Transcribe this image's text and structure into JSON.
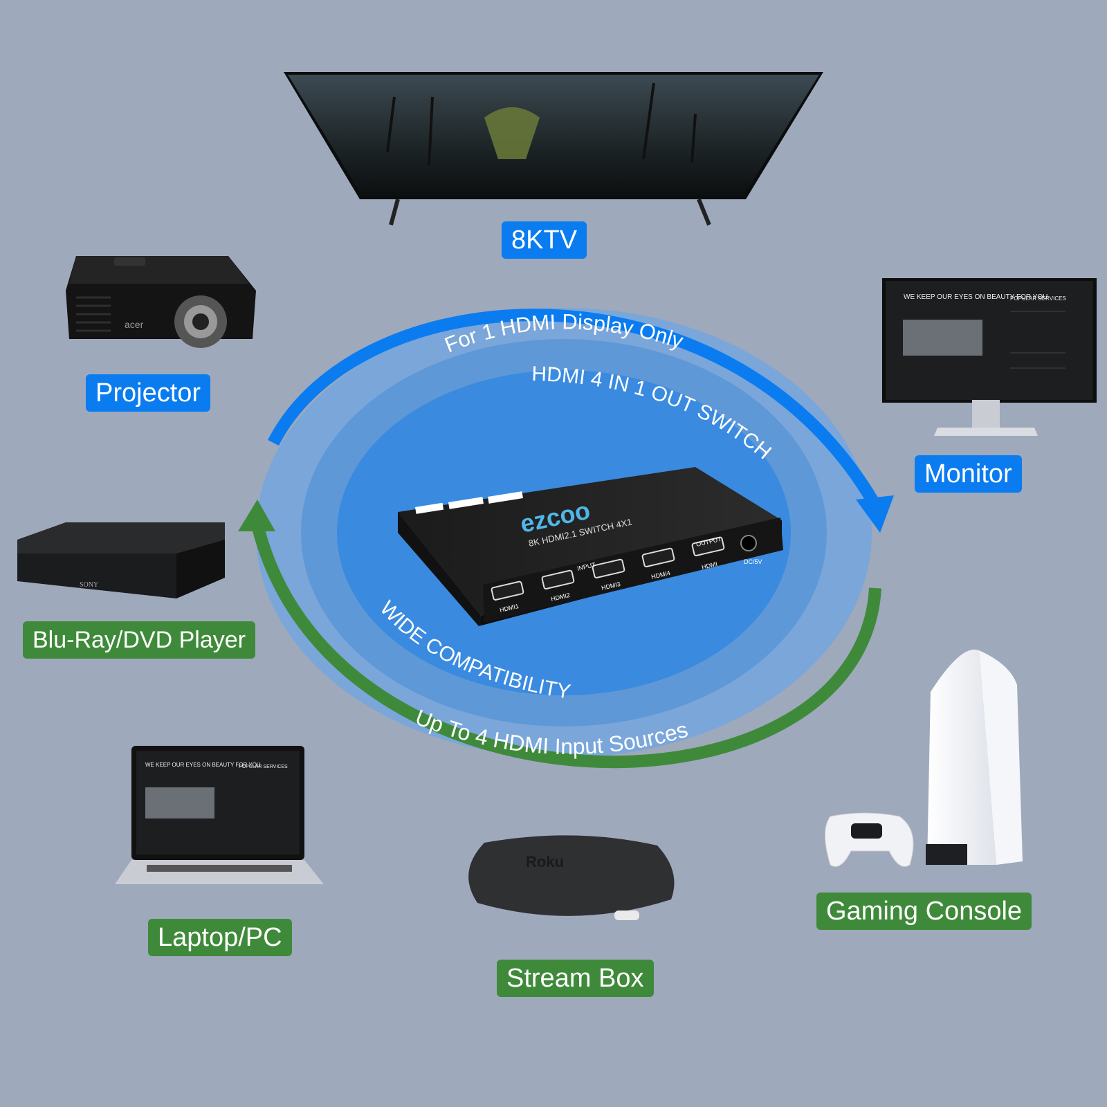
{
  "colors": {
    "background": "#9ea9bc",
    "output_blue": "#0a7cf0",
    "input_green": "#3f8a3a",
    "center_blue": "#3a8ae0"
  },
  "labels": {
    "tv": "8KTV",
    "projector": "Projector",
    "monitor": "Monitor",
    "bluray": "Blu-Ray/DVD Player",
    "laptop": "Laptop/PC",
    "stream": "Stream Box",
    "console": "Gaming Console"
  },
  "arc_text": {
    "top_outer": "For 1 HDMI Display Only",
    "top_inner": "HDMI 4 IN 1 OUT SWITCH",
    "bottom_inner": "WIDE COMPATIBILITY",
    "bottom_outer": "Up To 4 HDMI Input Sources"
  },
  "device": {
    "brand": "ezcoo",
    "model_line": "8K HDMI2.1 SWITCH 4X1",
    "input_group": "INPUT",
    "output_group": "OUTPUT",
    "ports": [
      "HDMI1",
      "HDMI2",
      "HDMI3",
      "HDMI4"
    ],
    "output_port": "HDMI",
    "power": "DC/5V"
  },
  "screen_content": {
    "headline": "WE KEEP OUR EYES ON BEAUTY FOR YOU",
    "sidebar_title": "POPULAR SERVICES"
  },
  "product_marks": {
    "projector": "acer",
    "player": "SONY",
    "stream": "Roku"
  }
}
